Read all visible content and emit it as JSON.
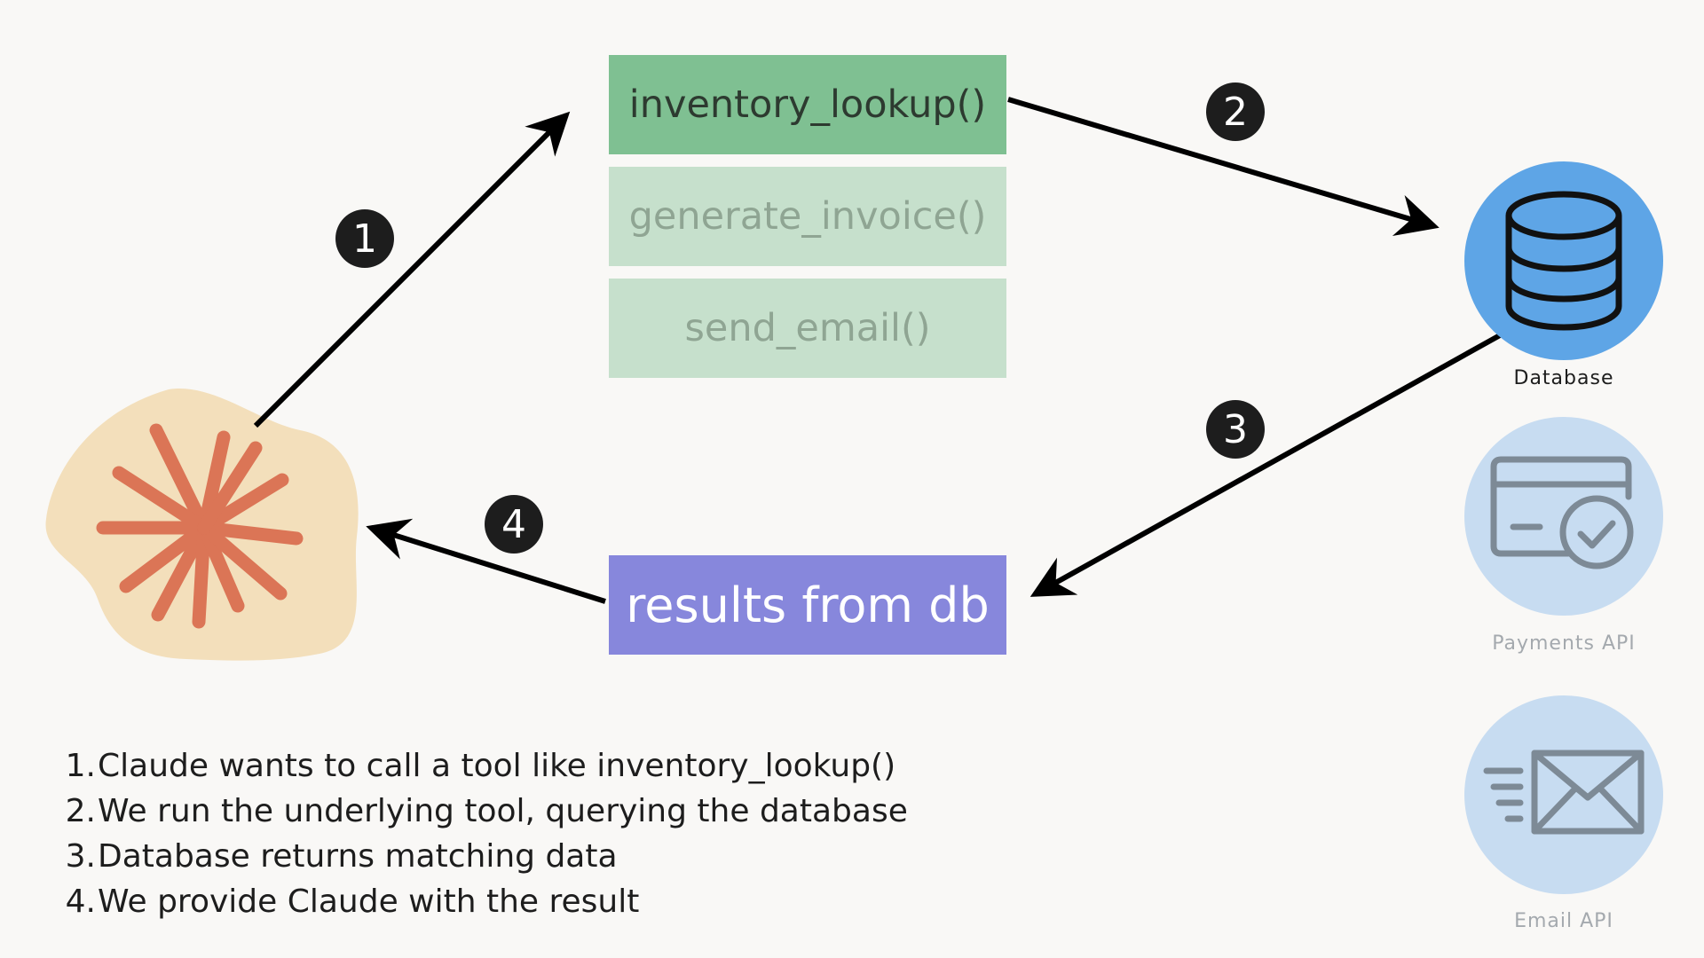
{
  "tools": [
    {
      "label": "inventory_lookup()",
      "state": "active"
    },
    {
      "label": "generate_invoice()",
      "state": "inactive"
    },
    {
      "label": "send_email()",
      "state": "inactive"
    }
  ],
  "result_box": {
    "label": "results from db"
  },
  "step_badges": [
    "1",
    "2",
    "3",
    "4"
  ],
  "services": [
    {
      "label": "Database",
      "icon": "database-icon",
      "state": "active",
      "color": "#5ea5e6"
    },
    {
      "label": "Payments API",
      "icon": "payment-card-check-icon",
      "state": "inactive",
      "color": "#c7dcf1"
    },
    {
      "label": "Email API",
      "icon": "envelope-icon",
      "state": "inactive",
      "color": "#c7dcf1"
    }
  ],
  "steps": [
    {
      "num": "1.",
      "text": "Claude wants to call a tool like inventory_lookup()"
    },
    {
      "num": "2.",
      "text": "We run the underlying tool, querying the database"
    },
    {
      "num": "3.",
      "text": "Database returns matching data"
    },
    {
      "num": "4.",
      "text": "We provide Claude with the result"
    }
  ],
  "colors": {
    "background": "#f9f8f6",
    "active_tool": "#7fc092",
    "inactive_tool": "#c6e0cc",
    "result": "#8787dc",
    "claude_blob": "#f3dfbb",
    "claude_star": "#db7556",
    "badge": "#1d1d1d",
    "arrow": "#000000"
  }
}
